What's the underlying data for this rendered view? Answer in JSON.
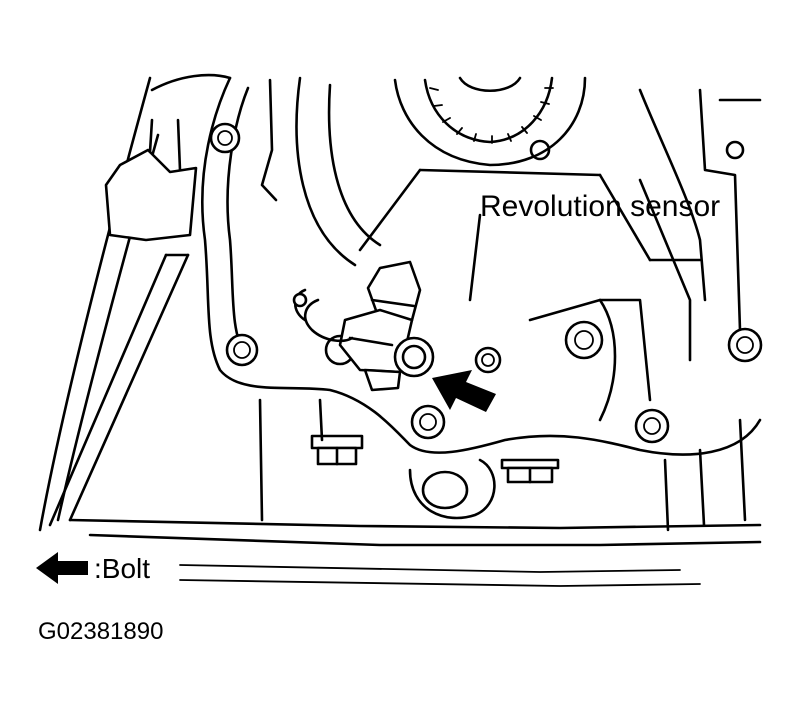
{
  "labels": {
    "sensor": "Revolution sensor",
    "bolt_legend": ":Bolt",
    "figure_code": "G02381890"
  },
  "colors": {
    "ink": "#000000",
    "paper": "#ffffff"
  }
}
